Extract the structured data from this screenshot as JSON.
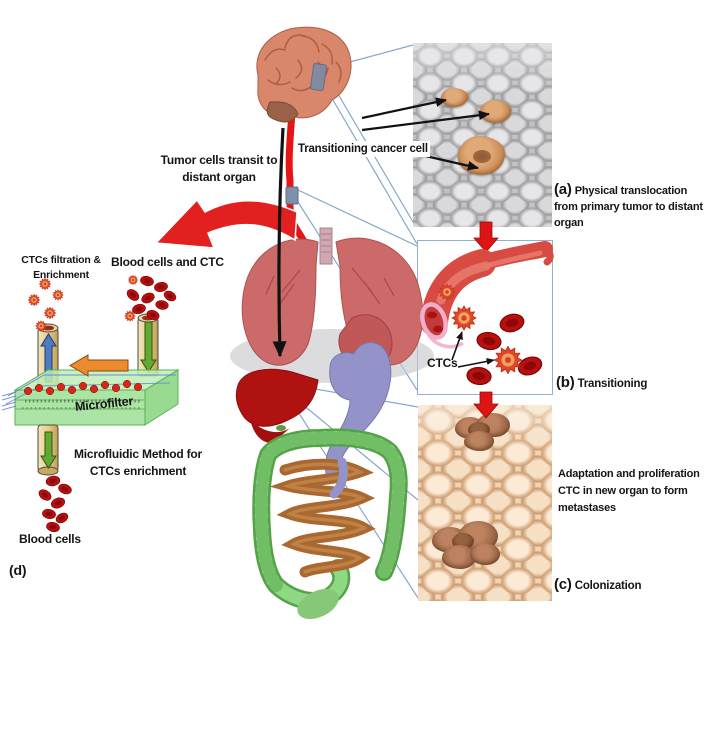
{
  "labels": {
    "tumor_transit": "Tumor cells transit to distant organ",
    "transitioning_cancer_cell": "Transitioning  cancer cell",
    "ctcs": "CTCs"
  },
  "panel_a": {
    "tag": "(a)",
    "caption": "Physical translocation from primary tumor  to distant organ"
  },
  "panel_b": {
    "tag": "(b)",
    "caption": "Transitioning"
  },
  "panel_c": {
    "tag": "(c)",
    "caption": "Colonization",
    "description": "Adaptation and proliferation CTC  in new organ to  form metastases"
  },
  "panel_d": {
    "tag": "(d)",
    "filtration_label": "CTCs filtration & Enrichment",
    "input_label": "Blood cells and CTC",
    "microfilter_label": "Microfilter",
    "method_label": "Microfluidic  Method for CTCs enrichment",
    "output_label": "Blood cells"
  },
  "colors": {
    "arrow_red": "#dd1414",
    "connector_blue": "#86a8cc",
    "filter_green": "#9fe098",
    "tumor_cell_orange": "#c9854e",
    "blood_cell_red": "#b80f0f",
    "vessel_red": "#d84b42"
  }
}
